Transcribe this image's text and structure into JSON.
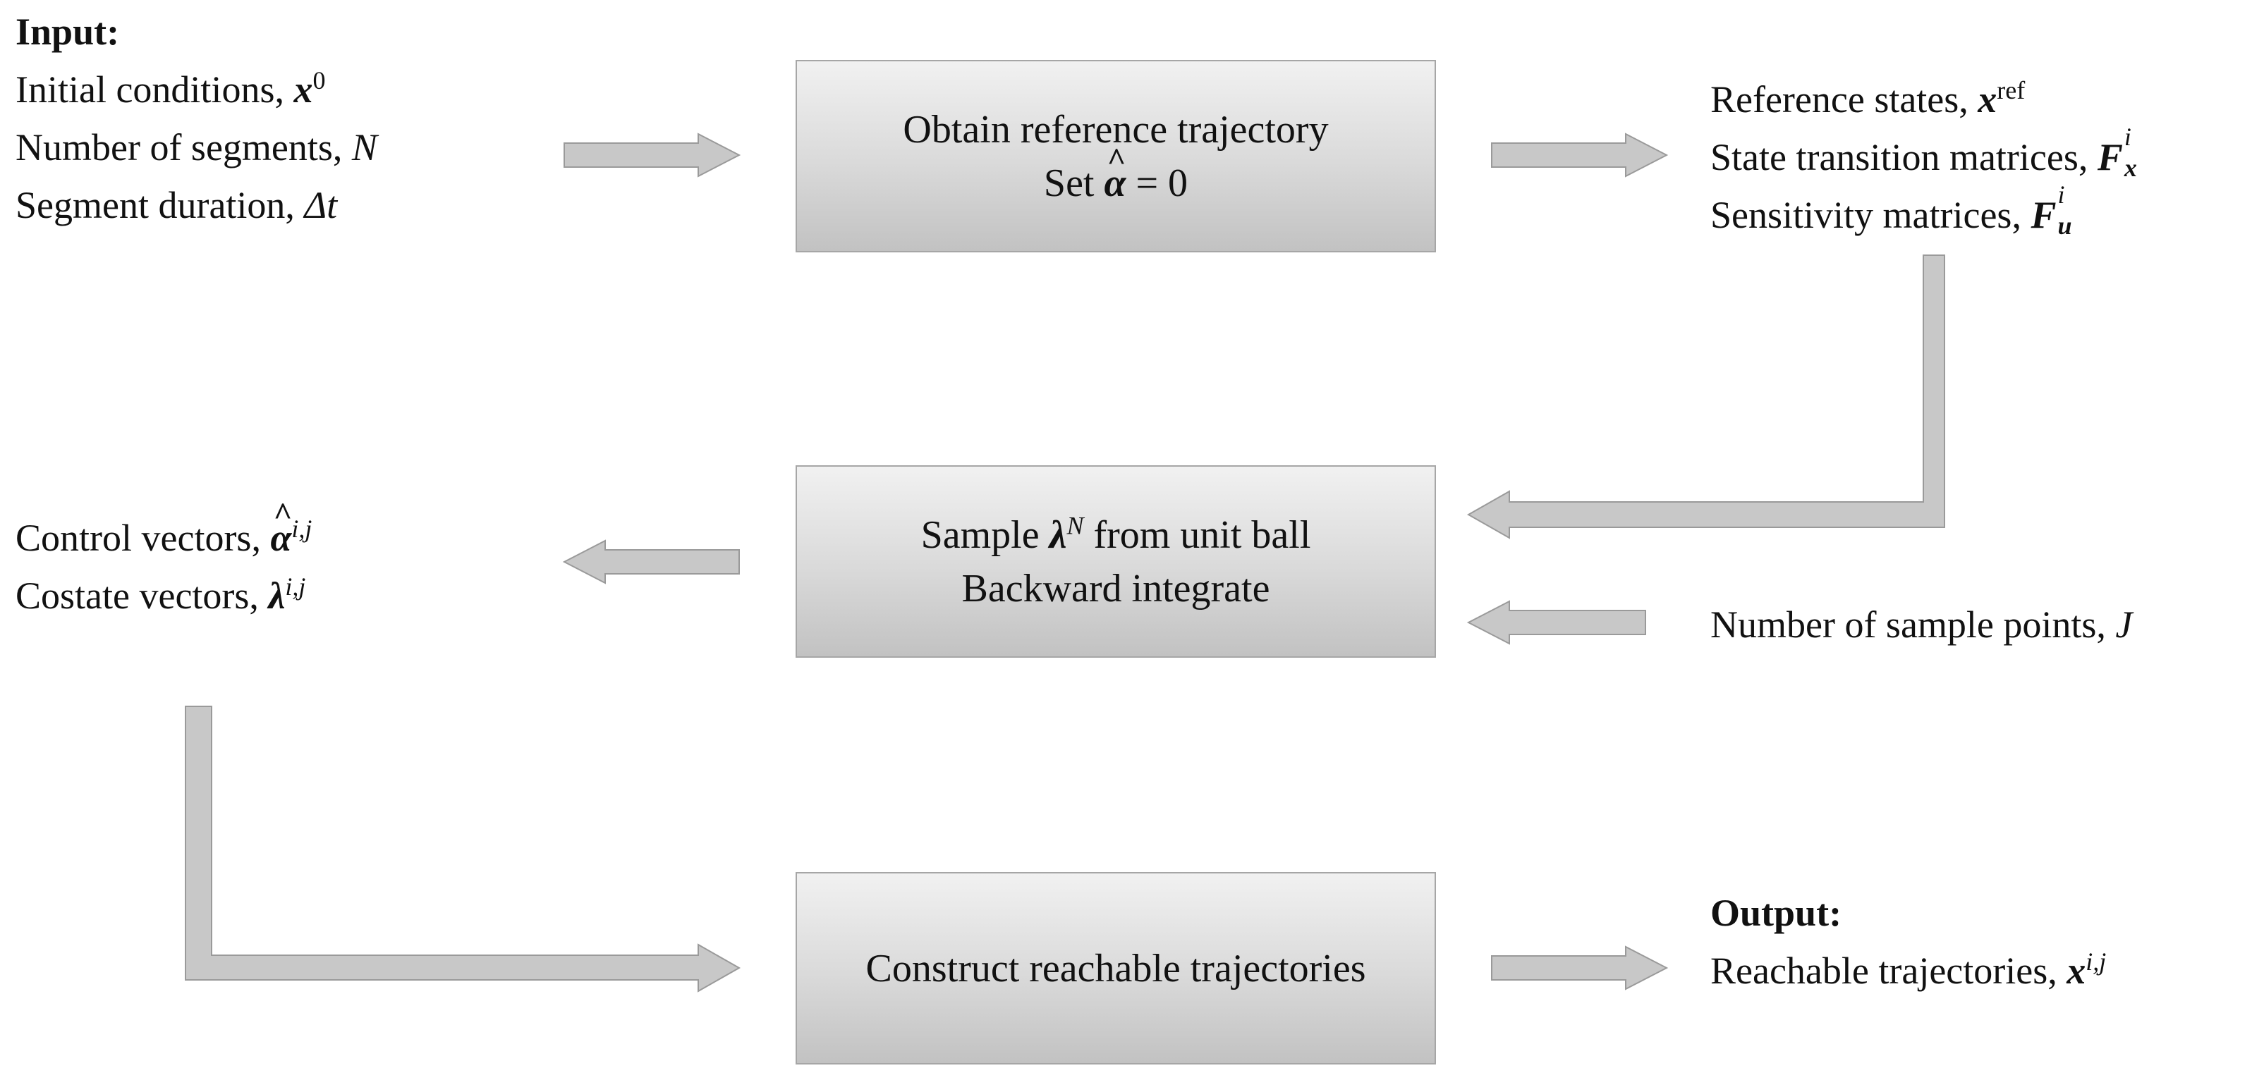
{
  "input": {
    "heading": "Input:",
    "line1_text": "Initial conditions, ",
    "line1_sym": "x",
    "line1_sup": "0",
    "line2_text": "Number of segments, ",
    "line2_sym": "N",
    "line3_text": "Segment duration, ",
    "line3_sym": "Δt"
  },
  "box_reference": {
    "line1": "Obtain reference trajectory",
    "line2_pre": "Set ",
    "line2_sym": "α",
    "line2_post": " = 0"
  },
  "reference_outputs": {
    "line1_text": "Reference states, ",
    "line1_sym": "x",
    "line1_sup": "ref",
    "line2_text": "State transition matrices, ",
    "line2_sym": "F",
    "line2_sup": "i",
    "line2_sub": "x",
    "line3_text": "Sensitivity matrices, ",
    "line3_sym": "F",
    "line3_sup": "i",
    "line3_sub": "u"
  },
  "box_sample": {
    "line1_pre": "Sample ",
    "line1_sym": "λ",
    "line1_sup": "N",
    "line1_post": " from unit ball",
    "line2": "Backward integrate"
  },
  "vectors": {
    "line1_text": "Control vectors, ",
    "line1_sym": "α",
    "line1_sup": "i,j",
    "line2_text": "Costate vectors, ",
    "line2_sym": "λ",
    "line2_sup": "i,j"
  },
  "sample_points": {
    "text": "Number of sample points, ",
    "sym": "J"
  },
  "box_construct": {
    "label": "Construct reachable trajectories"
  },
  "output": {
    "heading": "Output:",
    "line_text": "Reachable trajectories, ",
    "line_sym": "x",
    "line_sup": "i,j"
  },
  "colors": {
    "arrow_fill": "#c8c8c8",
    "arrow_stroke": "#9a9a9a",
    "box_top": "#f1f1f1",
    "box_bottom": "#c2c2c2"
  }
}
